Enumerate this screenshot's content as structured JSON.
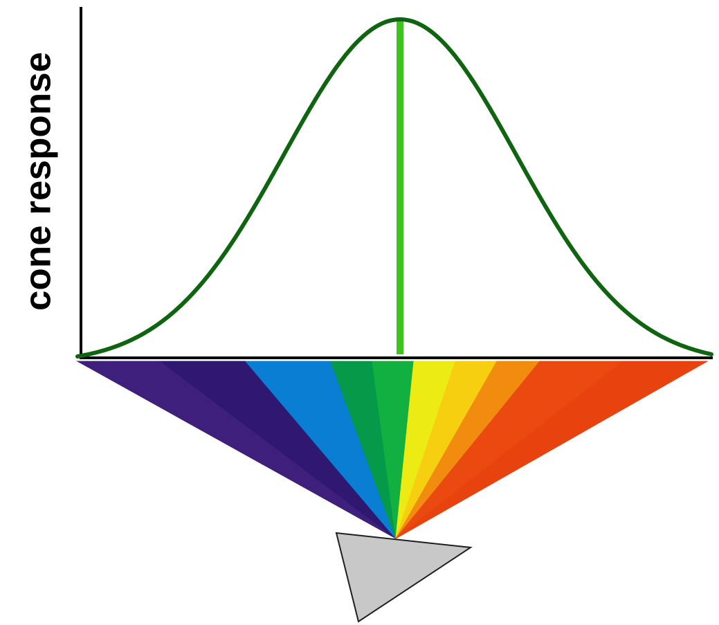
{
  "diagram": {
    "ylabel": "cone response",
    "curve": {
      "shape": "bell",
      "peak_position": "center",
      "color": "#0f6410"
    },
    "peak_marker": {
      "color": "#3ec41c"
    },
    "axes_color": "#000000",
    "spectrum_bands": [
      {
        "name": "violet",
        "color": "#3f1f7c"
      },
      {
        "name": "indigo",
        "color": "#2f1970"
      },
      {
        "name": "blue",
        "color": "#0a7ed2"
      },
      {
        "name": "green",
        "color": "#05994a"
      },
      {
        "name": "bright-green",
        "color": "#12b040"
      },
      {
        "name": "yellow",
        "color": "#ecec14"
      },
      {
        "name": "gold",
        "color": "#f6cf10"
      },
      {
        "name": "orange",
        "color": "#f28c0e"
      },
      {
        "name": "red-orange",
        "color": "#ea4a10"
      },
      {
        "name": "red",
        "color": "#e8420e"
      }
    ],
    "prism": {
      "fill": "#c8c8c8",
      "stroke": "#1e1e1e"
    }
  }
}
